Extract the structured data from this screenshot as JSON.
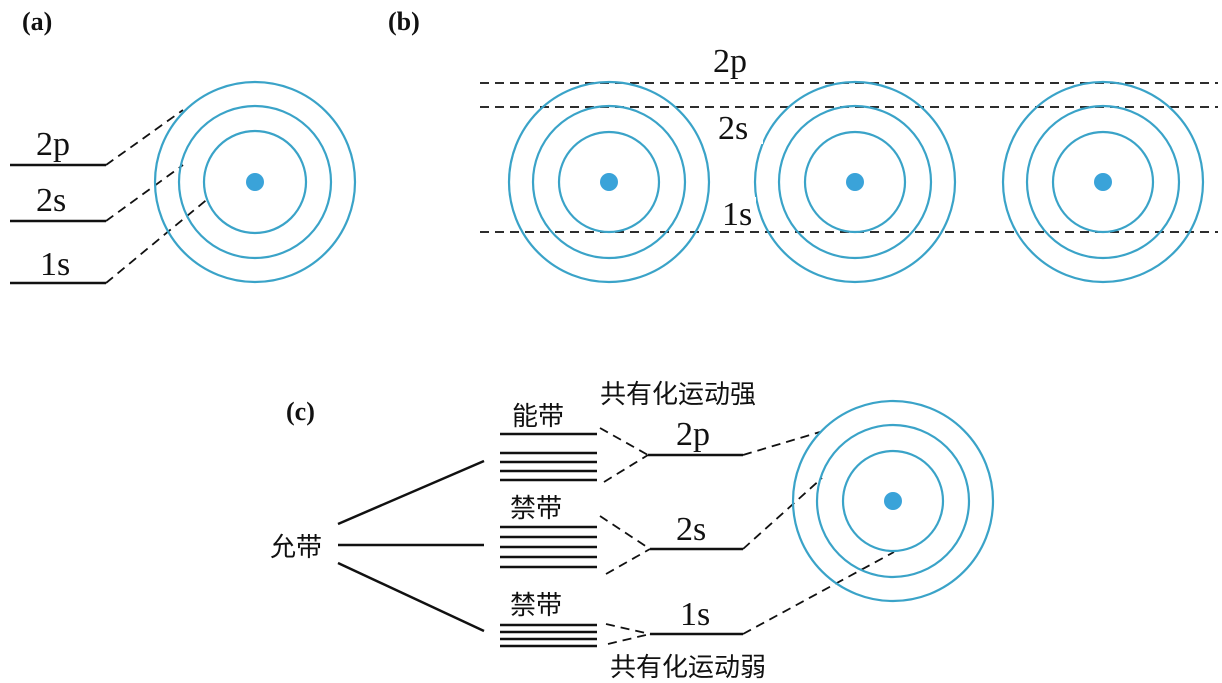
{
  "panels": {
    "a": {
      "label": "(a)",
      "levels": [
        "2p",
        "2s",
        "1s"
      ]
    },
    "b": {
      "label": "(b)",
      "levels": [
        "2p",
        "2s",
        "1s"
      ]
    },
    "c": {
      "label": "(c)",
      "levels": [
        "2p",
        "2s",
        "1s"
      ],
      "allowed_band_label": "允带",
      "band_labels": [
        "能带",
        "禁带",
        "禁带"
      ],
      "top_note": "共有化运动强",
      "bottom_note": "共有化运动弱"
    }
  },
  "colors": {
    "orbit": "#3aa3c8",
    "nucleus": "#3aa3d9",
    "lines": "#111111"
  }
}
